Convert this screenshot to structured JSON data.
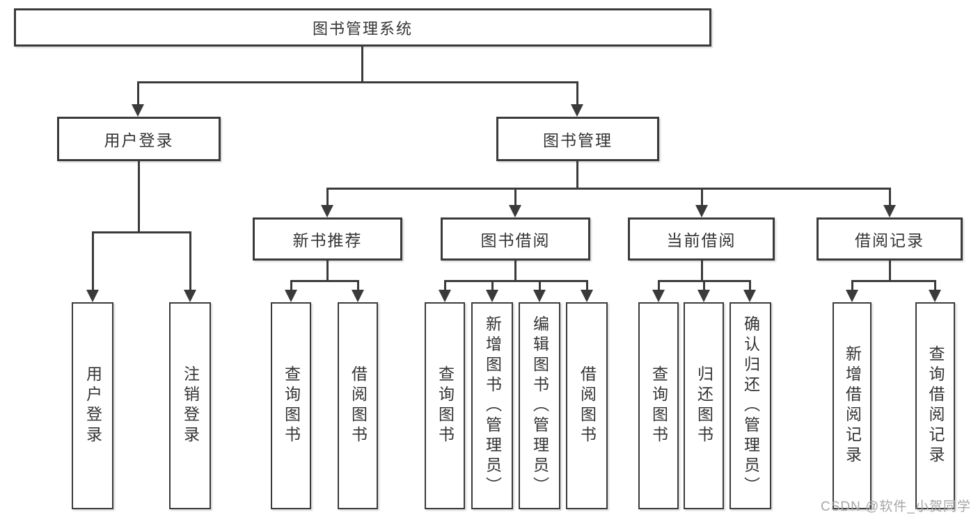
{
  "diagram": {
    "title": "图书管理系统",
    "watermark": "CSDN @软件_小贺同学",
    "colors": {
      "line": "#3a3a3a",
      "node_border": "#3a3a3a",
      "node_fill": "#ffffff",
      "text": "#333333",
      "watermark_text": "#a6a6a6",
      "background": "#ffffff"
    },
    "tree": {
      "root": {
        "label": "图书管理系统"
      },
      "branches": [
        {
          "label": "用户登录",
          "children": [
            {
              "label": "用户登录"
            },
            {
              "label": "注销登录"
            }
          ]
        },
        {
          "label": "图书管理",
          "children": [
            {
              "label": "新书推荐",
              "children": [
                {
                  "label": "查询图书"
                },
                {
                  "label": "借阅图书"
                }
              ]
            },
            {
              "label": "图书借阅",
              "children": [
                {
                  "label": "查询图书"
                },
                {
                  "label": "新增图书（管理员）"
                },
                {
                  "label": "编辑图书（管理员）"
                },
                {
                  "label": "借阅图书"
                }
              ]
            },
            {
              "label": "当前借阅",
              "children": [
                {
                  "label": "查询图书"
                },
                {
                  "label": "归还图书"
                },
                {
                  "label": "确认归还（管理员）"
                }
              ]
            },
            {
              "label": "借阅记录",
              "children": [
                {
                  "label": "新增借阅记录"
                },
                {
                  "label": "查询借阅记录"
                }
              ]
            }
          ]
        }
      ]
    }
  }
}
